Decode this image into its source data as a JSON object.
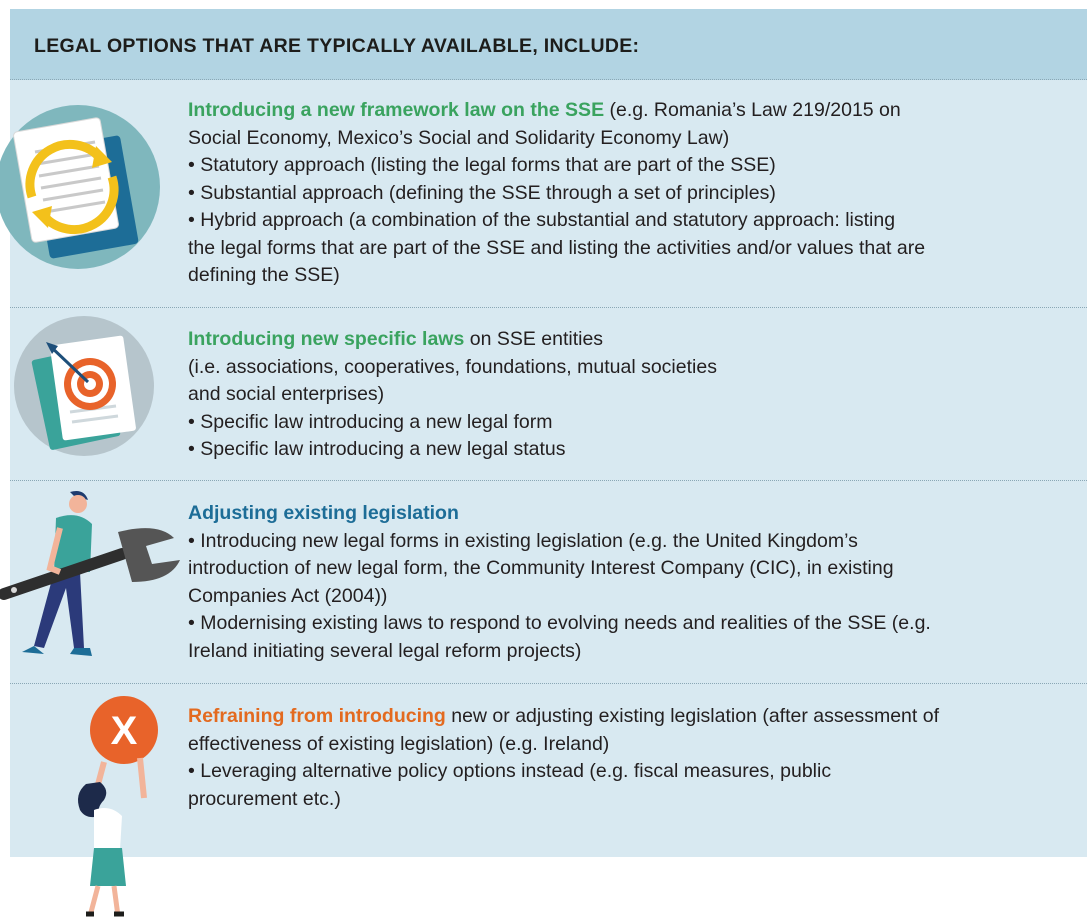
{
  "header": {
    "title": "LEGAL OPTIONS THAT ARE TYPICALLY AVAILABLE, INCLUDE:"
  },
  "sections": [
    {
      "heading": "Introducing a new framework law on the SSE",
      "heading_color": "#3aa35f",
      "lines": [
        " (e.g. Romania’s Law 219/2015 on",
        "Social Economy, Mexico’s Social and Solidarity Economy Law)",
        "• Statutory approach (listing the legal forms that are part of the SSE)",
        "• Substantial approach (defining the SSE through a set of principles)",
        "• Hybrid approach (a combination of the substantial and statutory approach: listing",
        "the legal forms that are part of the SSE and listing the activities and/or values that are",
        "defining the SSE)"
      ],
      "icon": "document-cycle-icon"
    },
    {
      "heading": "Introducing new specific laws",
      "heading_color": "#3aa35f",
      "lines": [
        " on SSE entities",
        "(i.e. associations, cooperatives, foundations, mutual societies",
        "and social enterprises)",
        "• Specific law introducing a new legal form",
        "• Specific law introducing a new legal status"
      ],
      "icon": "target-document-icon"
    },
    {
      "heading": "Adjusting existing legislation",
      "heading_color": "#1d6d97",
      "lines": [
        "• Introducing new legal forms in existing legislation (e.g. the United Kingdom’s",
        "introduction of new legal form, the Community Interest Company (CIC), in existing",
        "Companies Act (2004))",
        "• Modernising existing laws to respond to evolving needs and realities of the SSE (e.g.",
        "Ireland initiating several legal reform projects)"
      ],
      "icon": "person-wrench-icon"
    },
    {
      "heading": "Refraining from introducing",
      "heading_color": "#e36a1f",
      "lines": [
        " new or adjusting existing legislation (after assessment of",
        "effectiveness of existing legislation) (e.g. Ireland)",
        "• Leveraging alternative policy options instead (e.g. fiscal measures, public",
        "procurement etc.)"
      ],
      "icon": "person-x-icon",
      "x_mark": "X"
    }
  ]
}
